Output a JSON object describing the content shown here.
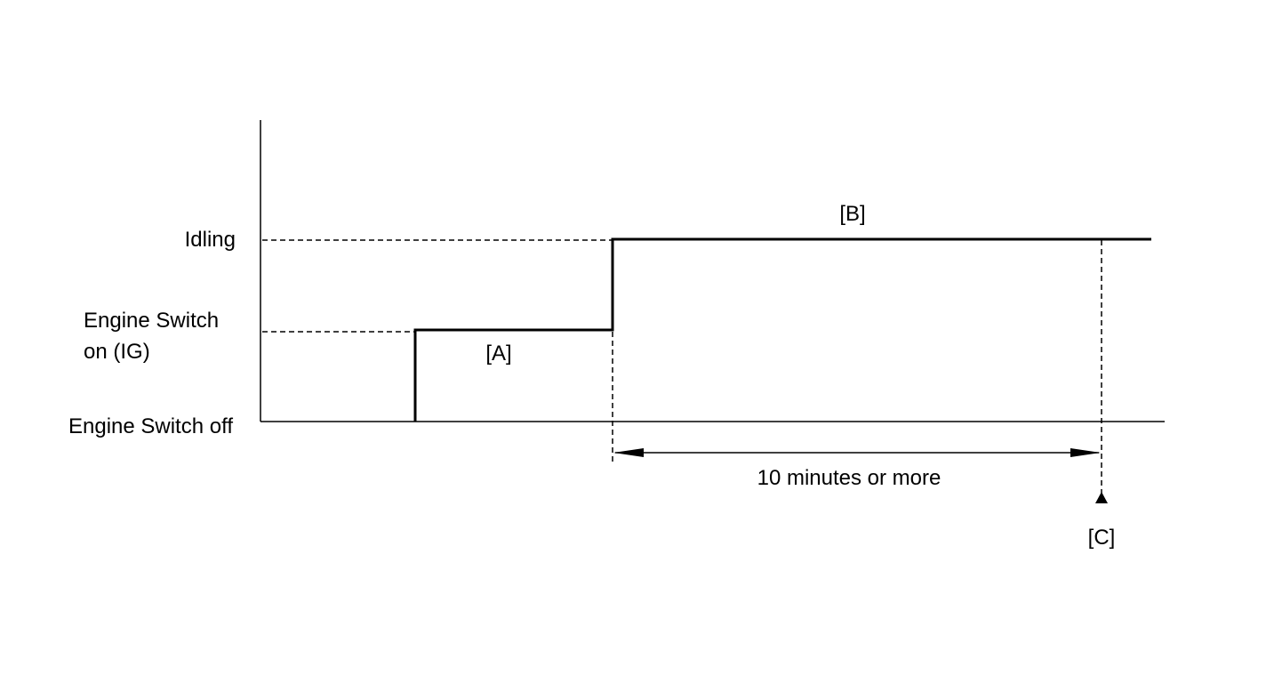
{
  "levels": {
    "idling": "Idling",
    "engine_switch_on_line1": "Engine Switch",
    "engine_switch_on_line2": "on (IG)",
    "engine_switch_off": "Engine Switch off"
  },
  "labels": {
    "a": "[A]",
    "b": "[B]",
    "c": "[C]"
  },
  "duration": {
    "text": "10 minutes or more"
  }
}
